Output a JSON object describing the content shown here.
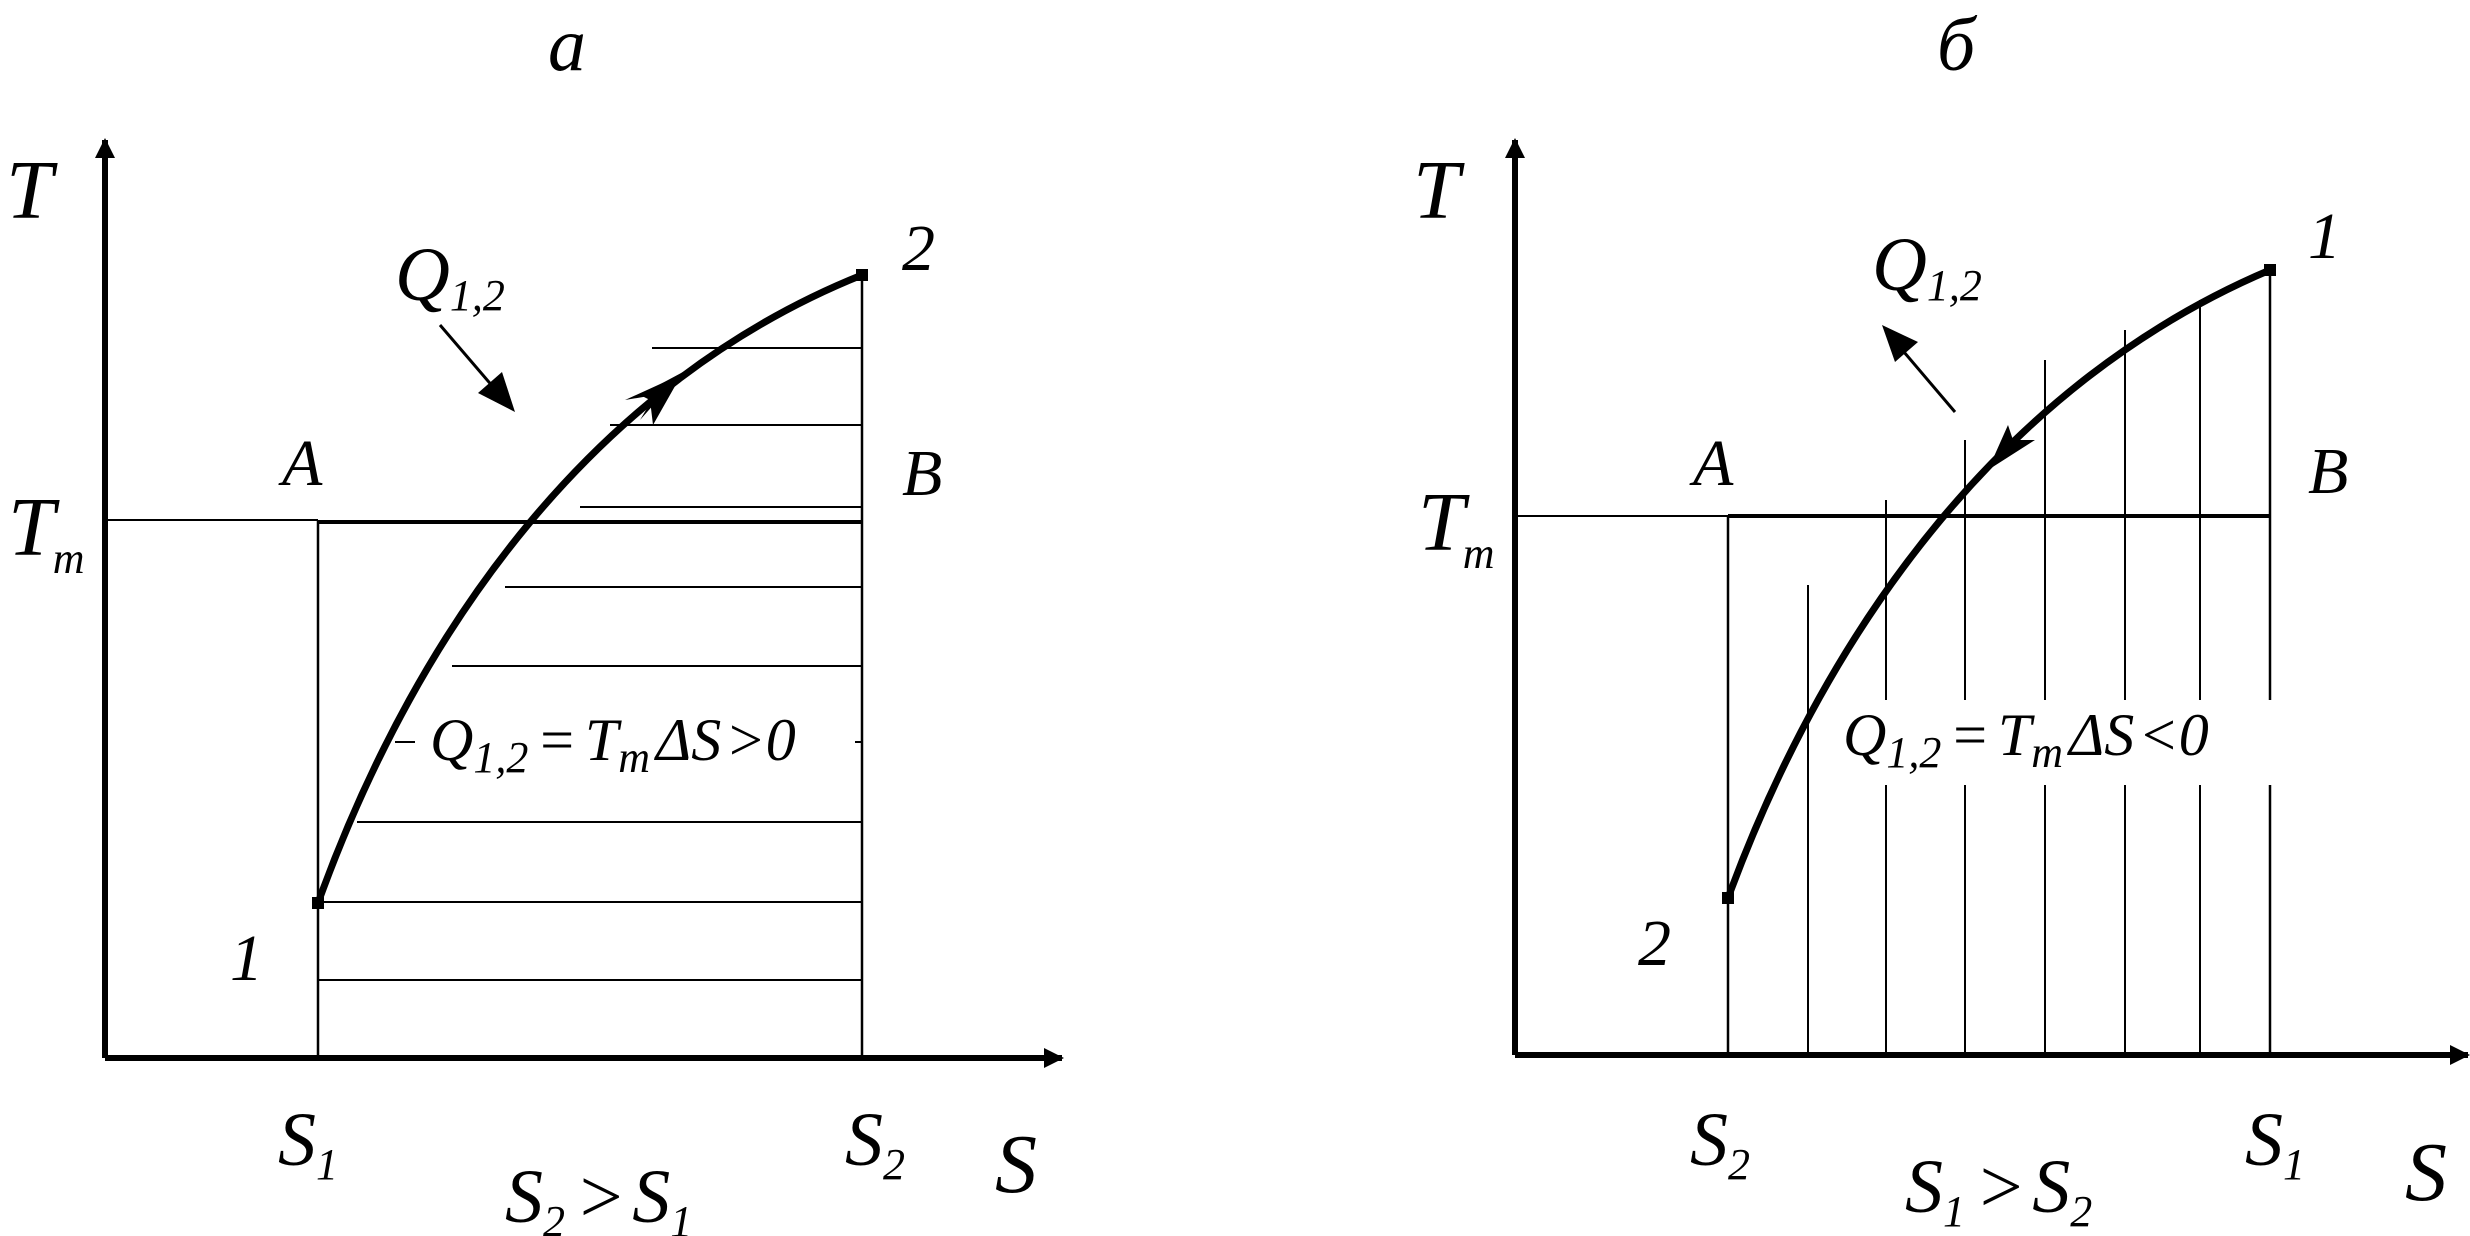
{
  "panel_a": {
    "title": "а",
    "y_axis": "T",
    "x_axis": "S",
    "tm_main": "T",
    "tm_sub": "m",
    "point_A": "A",
    "point_B": "B",
    "point_1": "1",
    "point_2": "2",
    "q_main": "Q",
    "q_sub": "1,2",
    "s_left_main": "S",
    "s_left_sub": "1",
    "s_right_main": "S",
    "s_right_sub": "2",
    "ineq_left_main": "S",
    "ineq_left_sub": "2",
    "ineq_op": ">",
    "ineq_right_main": "S",
    "ineq_right_sub": "1",
    "formula_q": "Q",
    "formula_q_sub": "1,2",
    "formula_eq": "=",
    "formula_t": "T",
    "formula_t_sub": "m",
    "formula_delta": "ΔS",
    "formula_tail": ">0"
  },
  "panel_b": {
    "title": "б",
    "y_axis": "T",
    "x_axis": "S",
    "tm_main": "T",
    "tm_sub": "m",
    "point_A": "A",
    "point_B": "B",
    "point_1": "1",
    "point_2": "2",
    "q_main": "Q",
    "q_sub": "1,2",
    "s_left_main": "S",
    "s_left_sub": "2",
    "s_right_main": "S",
    "s_right_sub": "1",
    "ineq_left_main": "S",
    "ineq_left_sub": "1",
    "ineq_op": ">",
    "ineq_right_main": "S",
    "ineq_right_sub": "2",
    "formula_q": "Q",
    "formula_q_sub": "1,2",
    "formula_eq": "=",
    "formula_t": "T",
    "formula_t_sub": "m",
    "formula_delta": "ΔS",
    "formula_tail": "<0"
  },
  "colors": {
    "ink": "#000000",
    "background": "#ffffff"
  }
}
